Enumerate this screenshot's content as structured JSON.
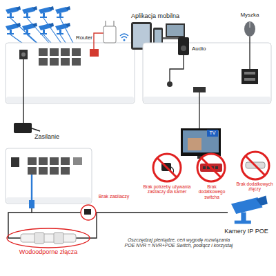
{
  "diagram": {
    "labels": [
      "Aplikacja mobilna",
      "Router",
      "Audio",
      "Myszka",
      "Zasilanie",
      "TV",
      "Brak zasilaczy",
      "Brak potrzeby używania zasilaczy dla kamer",
      "Brak dodatkowego switcha",
      "Brak dodatkowych złączy",
      "Kamery IP POE",
      "Wodoodporne złącza",
      "Oszczędzaj pieniądze, ceń wygodę rozwiązania POE NVR = NVR+POE Switch, podłącz i korzystaj"
    ]
  }
}
